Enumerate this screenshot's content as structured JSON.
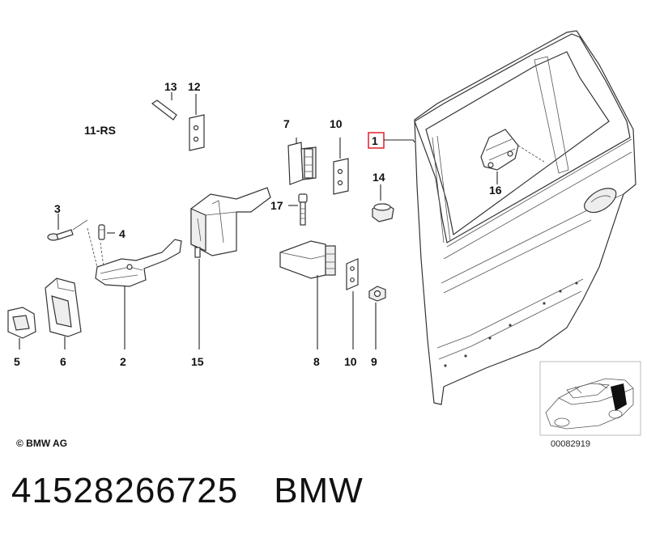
{
  "diagram": {
    "callouts": [
      "1",
      "2",
      "3",
      "4",
      "5",
      "6",
      "7",
      "8",
      "9",
      "10",
      "10",
      "11-RS",
      "12",
      "13",
      "14",
      "15",
      "16",
      "17"
    ],
    "highlighted_callout": "1",
    "highlight_color": "#e0202a",
    "copyright": "© BMW AG",
    "inset_code": "00082919"
  },
  "footer": {
    "part_number": "41528266725",
    "brand": "BMW"
  }
}
